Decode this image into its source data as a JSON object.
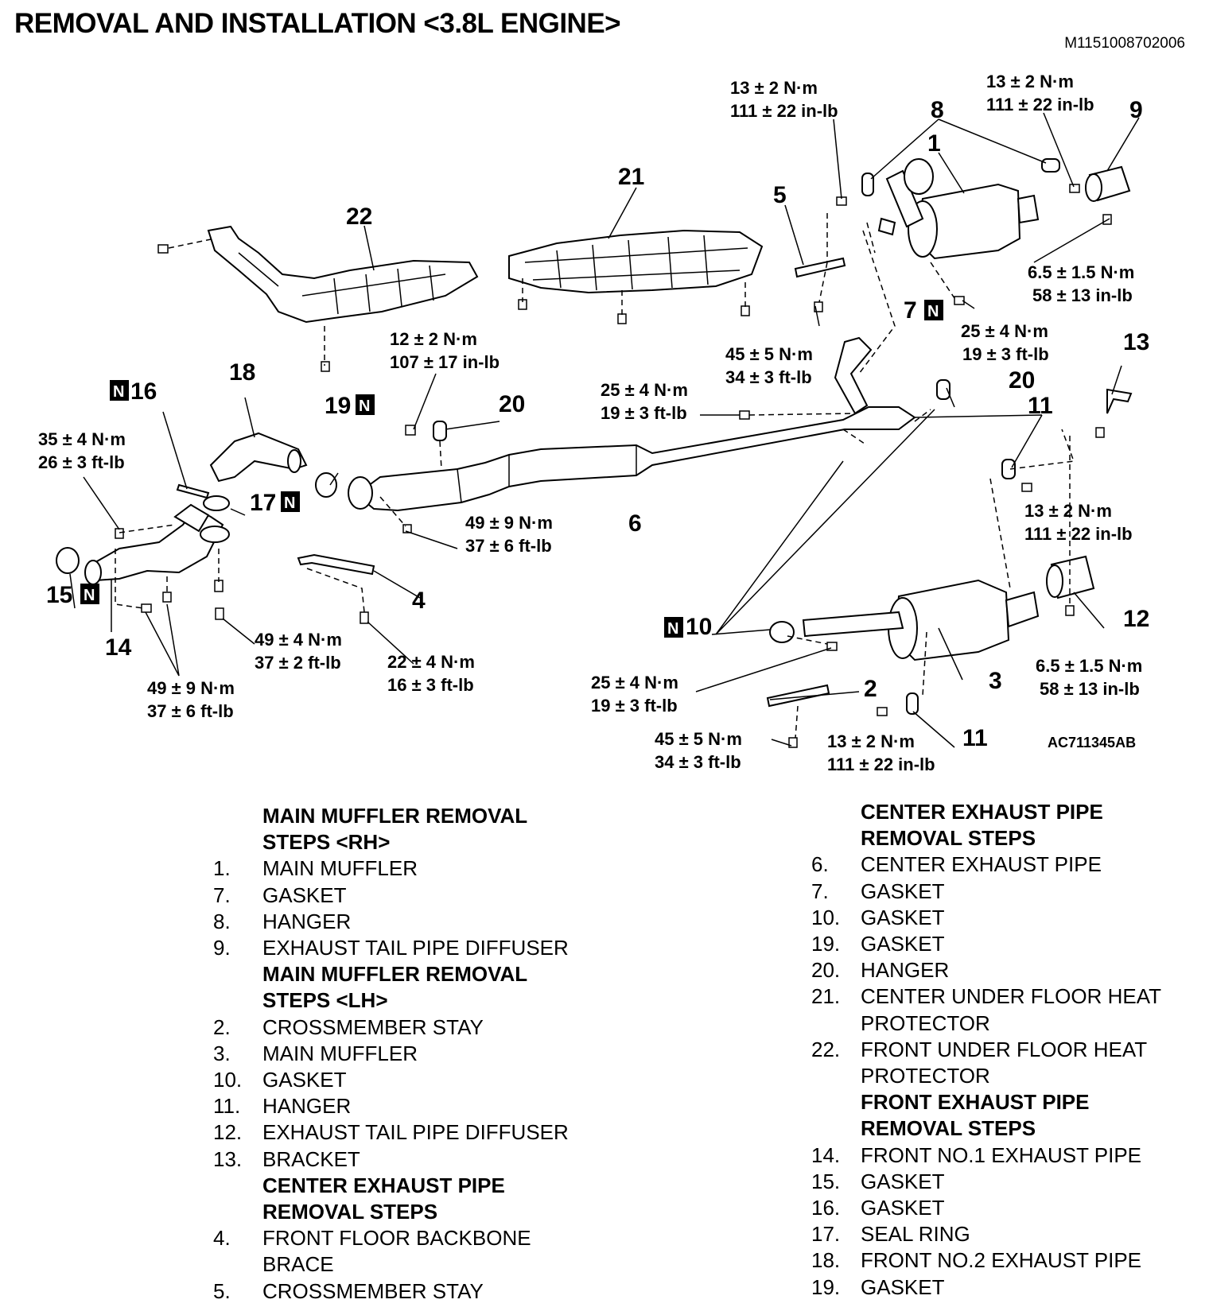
{
  "header": {
    "title": "REMOVAL AND INSTALLATION <3.8L ENGINE>",
    "doc_id": "M1151008702006"
  },
  "figure": {
    "figure_id": "AC711345AB",
    "callouts": {
      "c1": "1",
      "c2": "2",
      "c3": "3",
      "c4": "4",
      "c5": "5",
      "c6": "6",
      "c7": "7",
      "c8": "8",
      "c9": "9",
      "c10": "10",
      "c11a": "11",
      "c11b": "11",
      "c12": "12",
      "c13": "13",
      "c14": "14",
      "c15": "15",
      "c16": "16",
      "c17": "17",
      "c18": "18",
      "c19": "19",
      "c20a": "20",
      "c20b": "20",
      "c21": "21",
      "c22": "22"
    },
    "n_mark": "N",
    "torques": {
      "t_8_top": [
        "13 ± 2 N·m",
        "111 ± 22 in-lb"
      ],
      "t_9_top": [
        "13 ± 2 N·m",
        "111 ± 22 in-lb"
      ],
      "t_9_low": [
        "6.5 ± 1.5 N·m",
        "58 ± 13 in-lb"
      ],
      "t_7": [
        "25 ± 4 N·m",
        "19 ± 3 ft-lb"
      ],
      "t_5": [
        "45 ± 5 N·m",
        "34 ± 3 ft-lb"
      ],
      "t_20_bolt": [
        "12 ± 2 N·m",
        "107 ± 17 in-lb"
      ],
      "t_pipe_mid": [
        "25 ± 4 N·m",
        "19 ± 3 ft-lb"
      ],
      "t_16": [
        "35 ± 4 N·m",
        "26 ± 3 ft-lb"
      ],
      "t_cat": [
        "49 ± 9 N·m",
        "37 ± 6 ft-lb"
      ],
      "t_13": [
        "13 ± 2 N·m",
        "111 ± 22 in-lb"
      ],
      "t_12": [
        "6.5 ± 1.5 N·m",
        "58 ± 13 in-lb"
      ],
      "t_front_a": [
        "49 ± 4 N·m",
        "37 ± 2 ft-lb"
      ],
      "t_4": [
        "22 ± 4 N·m",
        "16 ± 3 ft-lb"
      ],
      "t_14": [
        "49 ± 9 N·m",
        "37 ± 6 ft-lb"
      ],
      "t_10": [
        "25 ± 4 N·m",
        "19 ± 3 ft-lb"
      ],
      "t_2": [
        "45 ± 5 N·m",
        "34 ± 3 ft-lb"
      ],
      "t_11": [
        "13 ± 2 N·m",
        "111 ± 22 in-lb"
      ]
    }
  },
  "steps_left": [
    {
      "type": "heading",
      "text": "MAIN MUFFLER REMOVAL"
    },
    {
      "type": "heading",
      "text": "STEPS <RH>"
    },
    {
      "type": "item",
      "num": "1.",
      "text": "MAIN MUFFLER"
    },
    {
      "type": "item",
      "num": "7.",
      "text": "GASKET"
    },
    {
      "type": "item",
      "num": "8.",
      "text": "HANGER"
    },
    {
      "type": "item",
      "num": "9.",
      "text": "EXHAUST TAIL PIPE DIFFUSER"
    },
    {
      "type": "heading",
      "text": "MAIN MUFFLER REMOVAL"
    },
    {
      "type": "heading",
      "text": "STEPS <LH>"
    },
    {
      "type": "item",
      "num": "2.",
      "text": "CROSSMEMBER STAY"
    },
    {
      "type": "item",
      "num": "3.",
      "text": "MAIN MUFFLER"
    },
    {
      "type": "item",
      "num": "10.",
      "text": "GASKET"
    },
    {
      "type": "item",
      "num": "11.",
      "text": "HANGER"
    },
    {
      "type": "item",
      "num": "12.",
      "text": "EXHAUST TAIL PIPE DIFFUSER"
    },
    {
      "type": "item",
      "num": "13.",
      "text": "BRACKET"
    },
    {
      "type": "heading",
      "text": "CENTER EXHAUST PIPE"
    },
    {
      "type": "heading",
      "text": "REMOVAL STEPS"
    },
    {
      "type": "item",
      "num": "4.",
      "text": "FRONT FLOOR BACKBONE"
    },
    {
      "type": "cont",
      "text": "BRACE"
    },
    {
      "type": "item",
      "num": "5.",
      "text": "CROSSMEMBER STAY"
    }
  ],
  "steps_right": [
    {
      "type": "heading",
      "text": "CENTER EXHAUST PIPE"
    },
    {
      "type": "heading",
      "text": "REMOVAL STEPS"
    },
    {
      "type": "item",
      "num": "6.",
      "text": "CENTER EXHAUST PIPE"
    },
    {
      "type": "item",
      "num": "7.",
      "text": "GASKET"
    },
    {
      "type": "item",
      "num": "10.",
      "text": "GASKET"
    },
    {
      "type": "item",
      "num": "19.",
      "text": "GASKET"
    },
    {
      "type": "item",
      "num": "20.",
      "text": "HANGER"
    },
    {
      "type": "item",
      "num": "21.",
      "text": "CENTER UNDER FLOOR HEAT"
    },
    {
      "type": "cont",
      "text": "PROTECTOR"
    },
    {
      "type": "item",
      "num": "22.",
      "text": "FRONT UNDER FLOOR HEAT"
    },
    {
      "type": "cont",
      "text": "PROTECTOR"
    },
    {
      "type": "heading",
      "text": "FRONT EXHAUST PIPE"
    },
    {
      "type": "heading",
      "text": "REMOVAL STEPS"
    },
    {
      "type": "item",
      "num": "14.",
      "text": "FRONT NO.1 EXHAUST PIPE"
    },
    {
      "type": "item",
      "num": "15.",
      "text": "GASKET"
    },
    {
      "type": "item",
      "num": "16.",
      "text": "GASKET"
    },
    {
      "type": "item",
      "num": "17.",
      "text": "SEAL RING"
    },
    {
      "type": "item",
      "num": "18.",
      "text": "FRONT NO.2 EXHAUST PIPE"
    },
    {
      "type": "item",
      "num": "19.",
      "text": "GASKET"
    }
  ]
}
